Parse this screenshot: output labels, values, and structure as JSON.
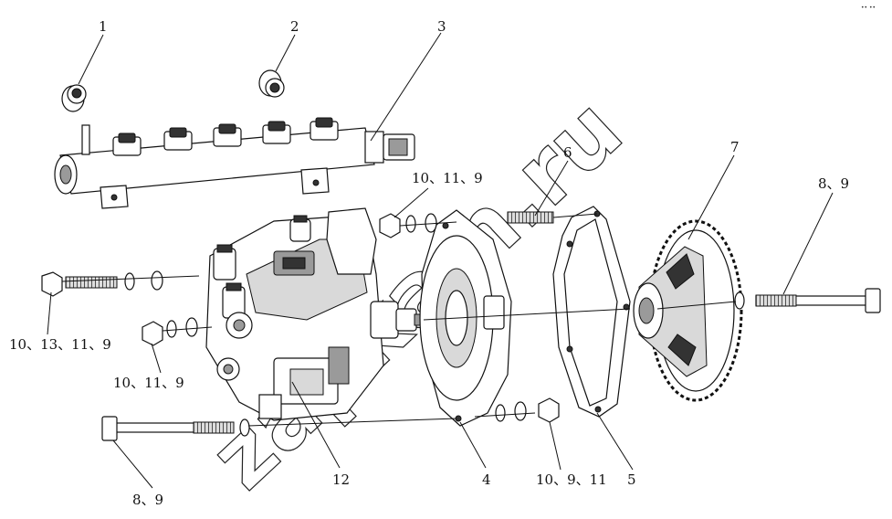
{
  "callouts": [
    {
      "id": "c1",
      "text": "1"
    },
    {
      "id": "c2",
      "text": "2"
    },
    {
      "id": "c3",
      "text": "3"
    },
    {
      "id": "c10-11-9-top",
      "text": "10、11、9"
    },
    {
      "id": "c6",
      "text": "6"
    },
    {
      "id": "c7",
      "text": "7"
    },
    {
      "id": "c8-9-right",
      "text": "8、9"
    },
    {
      "id": "c10-13-11-9",
      "text": "10、13、11、9"
    },
    {
      "id": "c10-11-9-left",
      "text": "10、11、9"
    },
    {
      "id": "c12",
      "text": "12"
    },
    {
      "id": "c4",
      "text": "4"
    },
    {
      "id": "c10-9-11",
      "text": "10、9、11"
    },
    {
      "id": "c5",
      "text": "5"
    },
    {
      "id": "c8-9-left",
      "text": "8、9"
    }
  ],
  "watermark": {
    "text": "zapkam.ru"
  },
  "corner_mark": {
    "text": "•• ••"
  }
}
